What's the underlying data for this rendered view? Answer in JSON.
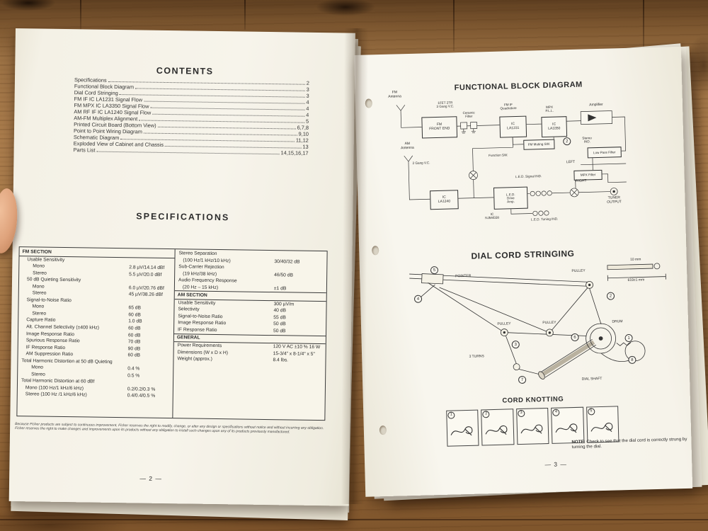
{
  "contents": {
    "title": "CONTENTS",
    "items": [
      {
        "label": "Specifications",
        "page": "2"
      },
      {
        "label": "Functional Block Diagram",
        "page": "3"
      },
      {
        "label": "Dial Cord Stringing",
        "page": "3"
      },
      {
        "label": "FM IF IC LA1231 Signal Flow",
        "page": "4"
      },
      {
        "label": "FM MPX IC LA3350 Signal Flow",
        "page": "4"
      },
      {
        "label": "AM RF IF IC LA1240 Signal Flow",
        "page": "4"
      },
      {
        "label": "AM-FM Multiplex Alignment",
        "page": "5"
      },
      {
        "label": "Printed Circuit Board (Bottom View)",
        "page": "6,7,8"
      },
      {
        "label": "Point to Point Wiring Diagram",
        "page": "9,10"
      },
      {
        "label": "Schematic Diagram",
        "page": "11,12"
      },
      {
        "label": "Exploded View of Cabinet and Chassis",
        "page": "13"
      },
      {
        "label": "Parts List",
        "page": "14,15,16,17"
      }
    ]
  },
  "specifications": {
    "title": "SPECIFICATIONS",
    "left_rows": [
      {
        "h": "FM SECTION"
      },
      {
        "label": "Usable Sensitivity",
        "value": "",
        "i": 1
      },
      {
        "label": "Mono",
        "value": "2.8 µV/14.14 dBf",
        "i": 2
      },
      {
        "label": "Stereo",
        "value": "5.5 µV/20.0 dBf",
        "i": 2
      },
      {
        "label": "50 dB Quieting Sensitivity",
        "value": "",
        "i": 1
      },
      {
        "label": "Mono",
        "value": "6.0 µV/20.76 dBf",
        "i": 2
      },
      {
        "label": "Stereo",
        "value": "45 µV/38.26 dBf",
        "i": 2
      },
      {
        "label": "Signal-to-Noise Ratio",
        "value": "",
        "i": 1
      },
      {
        "label": "Mono",
        "value": "65 dB",
        "i": 2
      },
      {
        "label": "Stereo",
        "value": "60 dB",
        "i": 2
      },
      {
        "label": "Capture Ratio",
        "value": "1.0 dB",
        "i": 1
      },
      {
        "label": "Alt. Channel Selectivity (±400 kHz)",
        "value": "60 dB",
        "i": 1
      },
      {
        "label": "Image Response Ratio",
        "value": "60 dB",
        "i": 1
      },
      {
        "label": "Spurious Response Ratio",
        "value": "70 dB",
        "i": 1
      },
      {
        "label": "IF Response Ratio",
        "value": "90 dB",
        "i": 1
      },
      {
        "label": "AM Suppression Ratio",
        "value": "60 dB",
        "i": 1
      },
      {
        "label": "Total Harmonic Distortion at 50 dB Quieting",
        "value": "",
        "i": 0
      },
      {
        "label": "Mono",
        "value": "0.4 %",
        "i": 2
      },
      {
        "label": "Stereo",
        "value": "0.5 %",
        "i": 2
      },
      {
        "label": "Total Harmonic Distortion at 60 dBf",
        "value": "",
        "i": 0
      },
      {
        "label": "Mono (100 Hz/1 kHz/6 kHz)",
        "value": "0.2/0.2/0.3 %",
        "i": 1
      },
      {
        "label": "Stereo (100 Hz /1 kHz/6 kHz)",
        "value": "0.4/0.4/0.5 %",
        "i": 1
      }
    ],
    "right_rows": [
      {
        "label": "Stereo Separation",
        "value": "",
        "i": 0
      },
      {
        "label": "(100 Hz/1 kHz/10 kHz)",
        "value": "30/40/32 dB",
        "i": 1
      },
      {
        "label": "Sub-Carrier Rejection",
        "value": "",
        "i": 0
      },
      {
        "label": "(19 kHz/38 kHz)",
        "value": "46/50 dB",
        "i": 1
      },
      {
        "label": "Audio Frequency Response",
        "value": "",
        "i": 0
      },
      {
        "label": "(20 Hz – 15 kHz)",
        "value": "±1 dB",
        "i": 1
      },
      {
        "h": "AM SECTION"
      },
      {
        "label": "Usable Sensitivity",
        "value": "300 µV/m",
        "i": 0
      },
      {
        "label": "Selectivity",
        "value": "40 dB",
        "i": 0
      },
      {
        "label": "Signal-to-Noise Ratio",
        "value": "55 dB",
        "i": 0
      },
      {
        "label": "Image Response Ratio",
        "value": "50 dB",
        "i": 0
      },
      {
        "label": "IF Response Ratio",
        "value": "50 dB",
        "i": 0
      },
      {
        "h": "GENERAL"
      },
      {
        "label": "Power Requirements",
        "value": "120 V AC ±10 % 16 W",
        "i": 0
      },
      {
        "label": "Dimensions (W x D x H)",
        "value": "15-3/4\" x 8-1/4\" x 5\"",
        "i": 0
      },
      {
        "label": "Weight (approx.)",
        "value": "8.4 lbs.",
        "i": 0
      }
    ]
  },
  "footnote": "Because Fisher products are subject to continuous improvement, Fisher reserves the right to modify, change, or alter any design or specifications without notice and without incurring any obligation. Fisher reserves the right to make changes and improvements upon its products without any obligation to install such changes upon any of its products previously manufactured.",
  "left_page_number": "— 2 —",
  "right_page_number": "— 3 —",
  "block_diagram": {
    "title": "FUNCTIONAL BLOCK DIAGRAM",
    "stereo_callout": "2",
    "labels": {
      "fm_antenna": "FM\nAntenna",
      "ifet": "1FET 2TR\n3 Gang V.C.",
      "front_end": "FM\nFRONT END",
      "ceramic_filter": "Ceramic\nFilter",
      "fm_if_quadrature": "FM IF\nQuadrature",
      "ic_la1231": "IC\nLA1231",
      "mpx_pll": "MPX\nP.L.L.",
      "ic_la3350": "IC\nLA3350",
      "amplifier": "Amplifier",
      "fm_muting_sw": "FM Muting SW.",
      "stereo_ind": "Stereo\nIND.",
      "low_pass_filter": "Low Pass Filter",
      "left_ch": "LEFT",
      "mpx_filter": "MPX Filter",
      "right_ch": "RIGHT",
      "function_sw": "Function SW.",
      "am_antenna": "AM\nAntenna",
      "gang_vc": "2 Gang V.C.",
      "ic_la1240": "IC\nLA1240",
      "led_signal_ind": "L.E.D. Signal IND.",
      "led_drive_amp": "L.E.D.\nDrive\nAmp.",
      "ic_njm4558": "IC\nNJM4558",
      "led_tuning_ind": "L.E.D. Tuning IND.",
      "tuner_output": "TUNER\nOUTPUT"
    }
  },
  "dial_cord": {
    "title": "DIAL CORD STRINGING",
    "labels": {
      "pointer": "POINTER",
      "pulley": "PULLEY",
      "drum": "DRUM",
      "turns": "3 TURNS",
      "dial_shaft": "DIAL SHAFT",
      "len_10mm": "10 mm",
      "len_619": "619±1 mm"
    },
    "callouts": [
      "1",
      "2",
      "3",
      "4",
      "5",
      "6",
      "7",
      "8"
    ]
  },
  "cord_knotting": {
    "title": "CORD KNOTTING",
    "panels": [
      "1",
      "2",
      "3",
      "4",
      "5"
    ],
    "note_label": "NOTE:",
    "note_text": "Check to see that the dial cord is correctly strung by turning the dial."
  }
}
